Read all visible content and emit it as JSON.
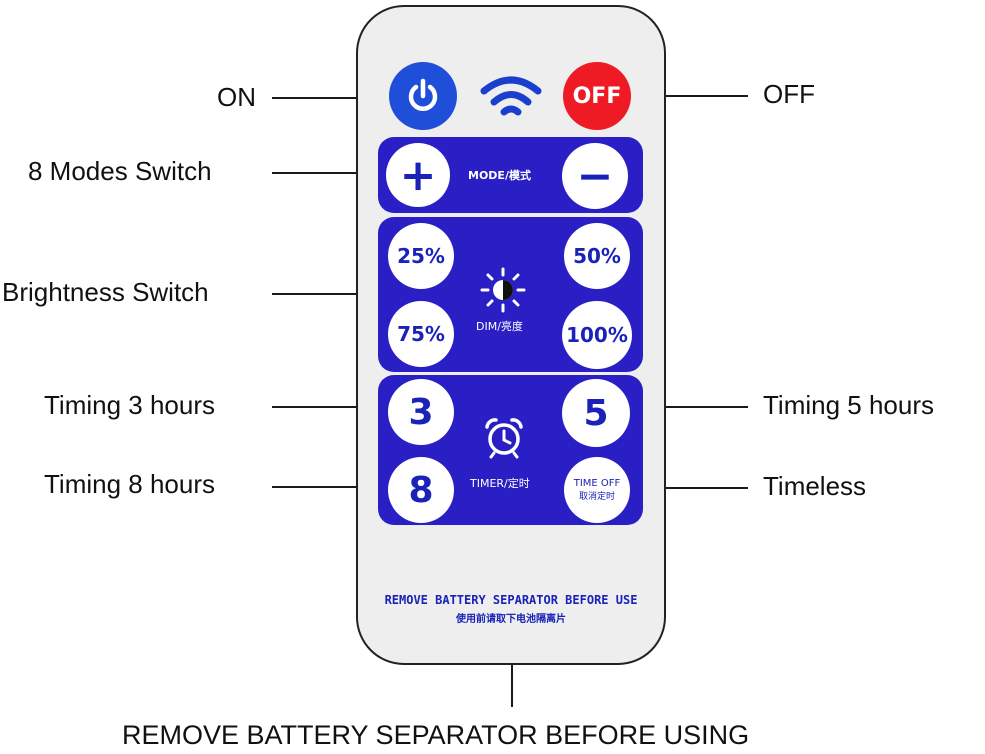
{
  "callouts": {
    "on": "ON",
    "off": "OFF",
    "modes": "8 Modes Switch",
    "brightness": "Brightness Switch",
    "timing3": "Timing 3 hours",
    "timing5": "Timing 5 hours",
    "timing8": "Timing 8 hours",
    "timeless": "Timeless",
    "bottom": "REMOVE BATTERY SEPARATOR BEFORE USING"
  },
  "remote": {
    "off_button": "OFF",
    "plus": "+",
    "minus": "−",
    "mode_label": "MODE/模式",
    "b25": "25%",
    "b50": "50%",
    "b75": "75%",
    "b100": "100%",
    "dim_label": "DIM/亮度",
    "t3": "3",
    "t5": "5",
    "t8": "8",
    "timer_label": "TIMER/定时",
    "time_off_en": "TIME OFF",
    "time_off_cn": "取消定时",
    "bottom_en": "REMOVE BATTERY SEPARATOR BEFORE USE",
    "bottom_cn": "使用前请取下电池隔离片"
  },
  "colors": {
    "panel_blue": "#2a1fc4",
    "button_text_blue": "#1a22b8",
    "on_blue": "#1f4fd8",
    "off_red": "#ee1b24"
  }
}
